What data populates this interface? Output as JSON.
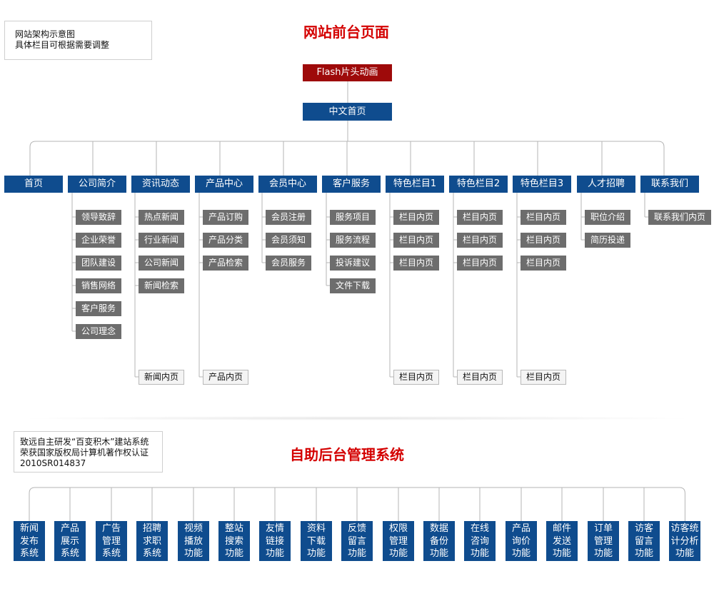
{
  "note_top": {
    "lines": [
      "网站架构示意图",
      "具体栏目可根据需要调整"
    ]
  },
  "front_title": "网站前台页面",
  "flash_label": "Flash片头动画",
  "home_label": "中文首页",
  "columns": [
    {
      "label": "首页",
      "subs": [],
      "bottom": ""
    },
    {
      "label": "公司简介",
      "subs": [
        "领导致辞",
        "企业荣誉",
        "团队建设",
        "销售网络",
        "客户服务",
        "公司理念"
      ],
      "bottom": ""
    },
    {
      "label": "资讯动态",
      "subs": [
        "热点新闻",
        "行业新闻",
        "公司新闻",
        "新闻检索"
      ],
      "bottom": "新闻内页"
    },
    {
      "label": "产品中心",
      "subs": [
        "产品订购",
        "产品分类",
        "产品检索"
      ],
      "bottom": "产品内页"
    },
    {
      "label": "会员中心",
      "subs": [
        "会员注册",
        "会员须知",
        "会员服务"
      ],
      "bottom": ""
    },
    {
      "label": "客户服务",
      "subs": [
        "服务项目",
        "服务流程",
        "投诉建议",
        "文件下载"
      ],
      "bottom": ""
    },
    {
      "label": "特色栏目1",
      "subs": [
        "栏目内页",
        "栏目内页",
        "栏目内页"
      ],
      "bottom": "栏目内页"
    },
    {
      "label": "特色栏目2",
      "subs": [
        "栏目内页",
        "栏目内页",
        "栏目内页"
      ],
      "bottom": "栏目内页"
    },
    {
      "label": "特色栏目3",
      "subs": [
        "栏目内页",
        "栏目内页",
        "栏目内页"
      ],
      "bottom": "栏目内页"
    },
    {
      "label": "人才招聘",
      "subs": [
        "职位介绍",
        "简历投递"
      ],
      "bottom": ""
    },
    {
      "label": "联系我们",
      "subs": [
        "联系我们内页"
      ],
      "bottom": ""
    }
  ],
  "note_bottom": {
    "lines": [
      "致远自主研发“百变积木”建站系统",
      "荣获国家版权局计算机著作权认证",
      "2010SR014837"
    ]
  },
  "back_title": "自助后台管理系统",
  "back_modules": [
    [
      "新闻",
      "发布",
      "系统"
    ],
    [
      "产品",
      "展示",
      "系统"
    ],
    [
      "广告",
      "管理",
      "系统"
    ],
    [
      "招聘",
      "求职",
      "系统"
    ],
    [
      "视频",
      "播放",
      "功能"
    ],
    [
      "整站",
      "搜索",
      "功能"
    ],
    [
      "友情",
      "链接",
      "功能"
    ],
    [
      "资料",
      "下载",
      "功能"
    ],
    [
      "反馈",
      "留言",
      "功能"
    ],
    [
      "权限",
      "管理",
      "功能"
    ],
    [
      "数据",
      "备份",
      "功能"
    ],
    [
      "在线",
      "咨询",
      "功能"
    ],
    [
      "产品",
      "询价",
      "功能"
    ],
    [
      "邮件",
      "发送",
      "功能"
    ],
    [
      "订单",
      "管理",
      "功能"
    ],
    [
      "访客",
      "留言",
      "功能"
    ],
    [
      "访客统",
      "计分析",
      "功能"
    ]
  ],
  "colors": {
    "title_red": "#d40000",
    "flash_red": "#9e0a0a",
    "brand_blue": "#0f4c8e",
    "sub_gray": "#6d6d6d",
    "line_gray": "#b5b5b5"
  }
}
